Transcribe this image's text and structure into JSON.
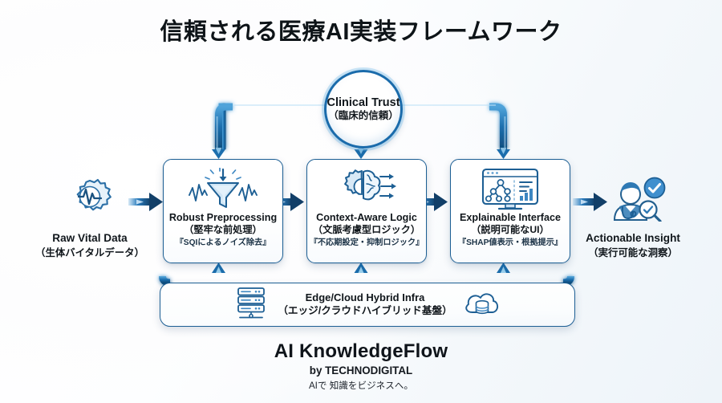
{
  "title": "信頼される医療AI実装フレームワーク",
  "center_node": {
    "label_en": "Clinical Trust",
    "label_ja": "（臨床的信頼）",
    "name": "clinical-trust-node"
  },
  "endpoints": {
    "input": {
      "label_en": "Raw Vital Data",
      "label_ja": "（生体バイタルデータ）",
      "icon": "gear-pulse-icon"
    },
    "output": {
      "label_en": "Actionable Insight",
      "label_ja": "（実行可能な洞察）",
      "icon": "doctor-check-magnifier-icon"
    }
  },
  "pillars": [
    {
      "label_en": "Robust Preprocessing",
      "label_ja": "（堅牢な前処理）",
      "detail": "『SQIによるノイズ除去』",
      "icon": "funnel-waveform-icon"
    },
    {
      "label_en": "Context-Aware Logic",
      "label_ja": "（文脈考慮型ロジック）",
      "detail": "『不応期設定・抑制ロジック』",
      "icon": "gear-brain-icon"
    },
    {
      "label_en": "Explainable Interface",
      "label_ja": "（説明可能なUI）",
      "detail": "『SHAP値表示・根拠提示』",
      "icon": "monitor-decision-tree-icon"
    }
  ],
  "infrastructure": {
    "label_en": "Edge/Cloud Hybrid Infra",
    "label_ja": "（エッジ/クラウドハイブリッド基盤）",
    "icon_left": "server-rack-icon",
    "icon_right": "cloud-database-icon"
  },
  "footer": {
    "brand": "AI KnowledgeFlow",
    "by": "by TECHNODIGITAL",
    "tagline": "AIで 知識をビジネスへ。"
  },
  "colors": {
    "accent_dark": "#1d5f94",
    "accent_mid": "#2e86c8",
    "accent_light": "#8fcbef",
    "arrow_navy": "#17507f",
    "text": "#10161b"
  }
}
